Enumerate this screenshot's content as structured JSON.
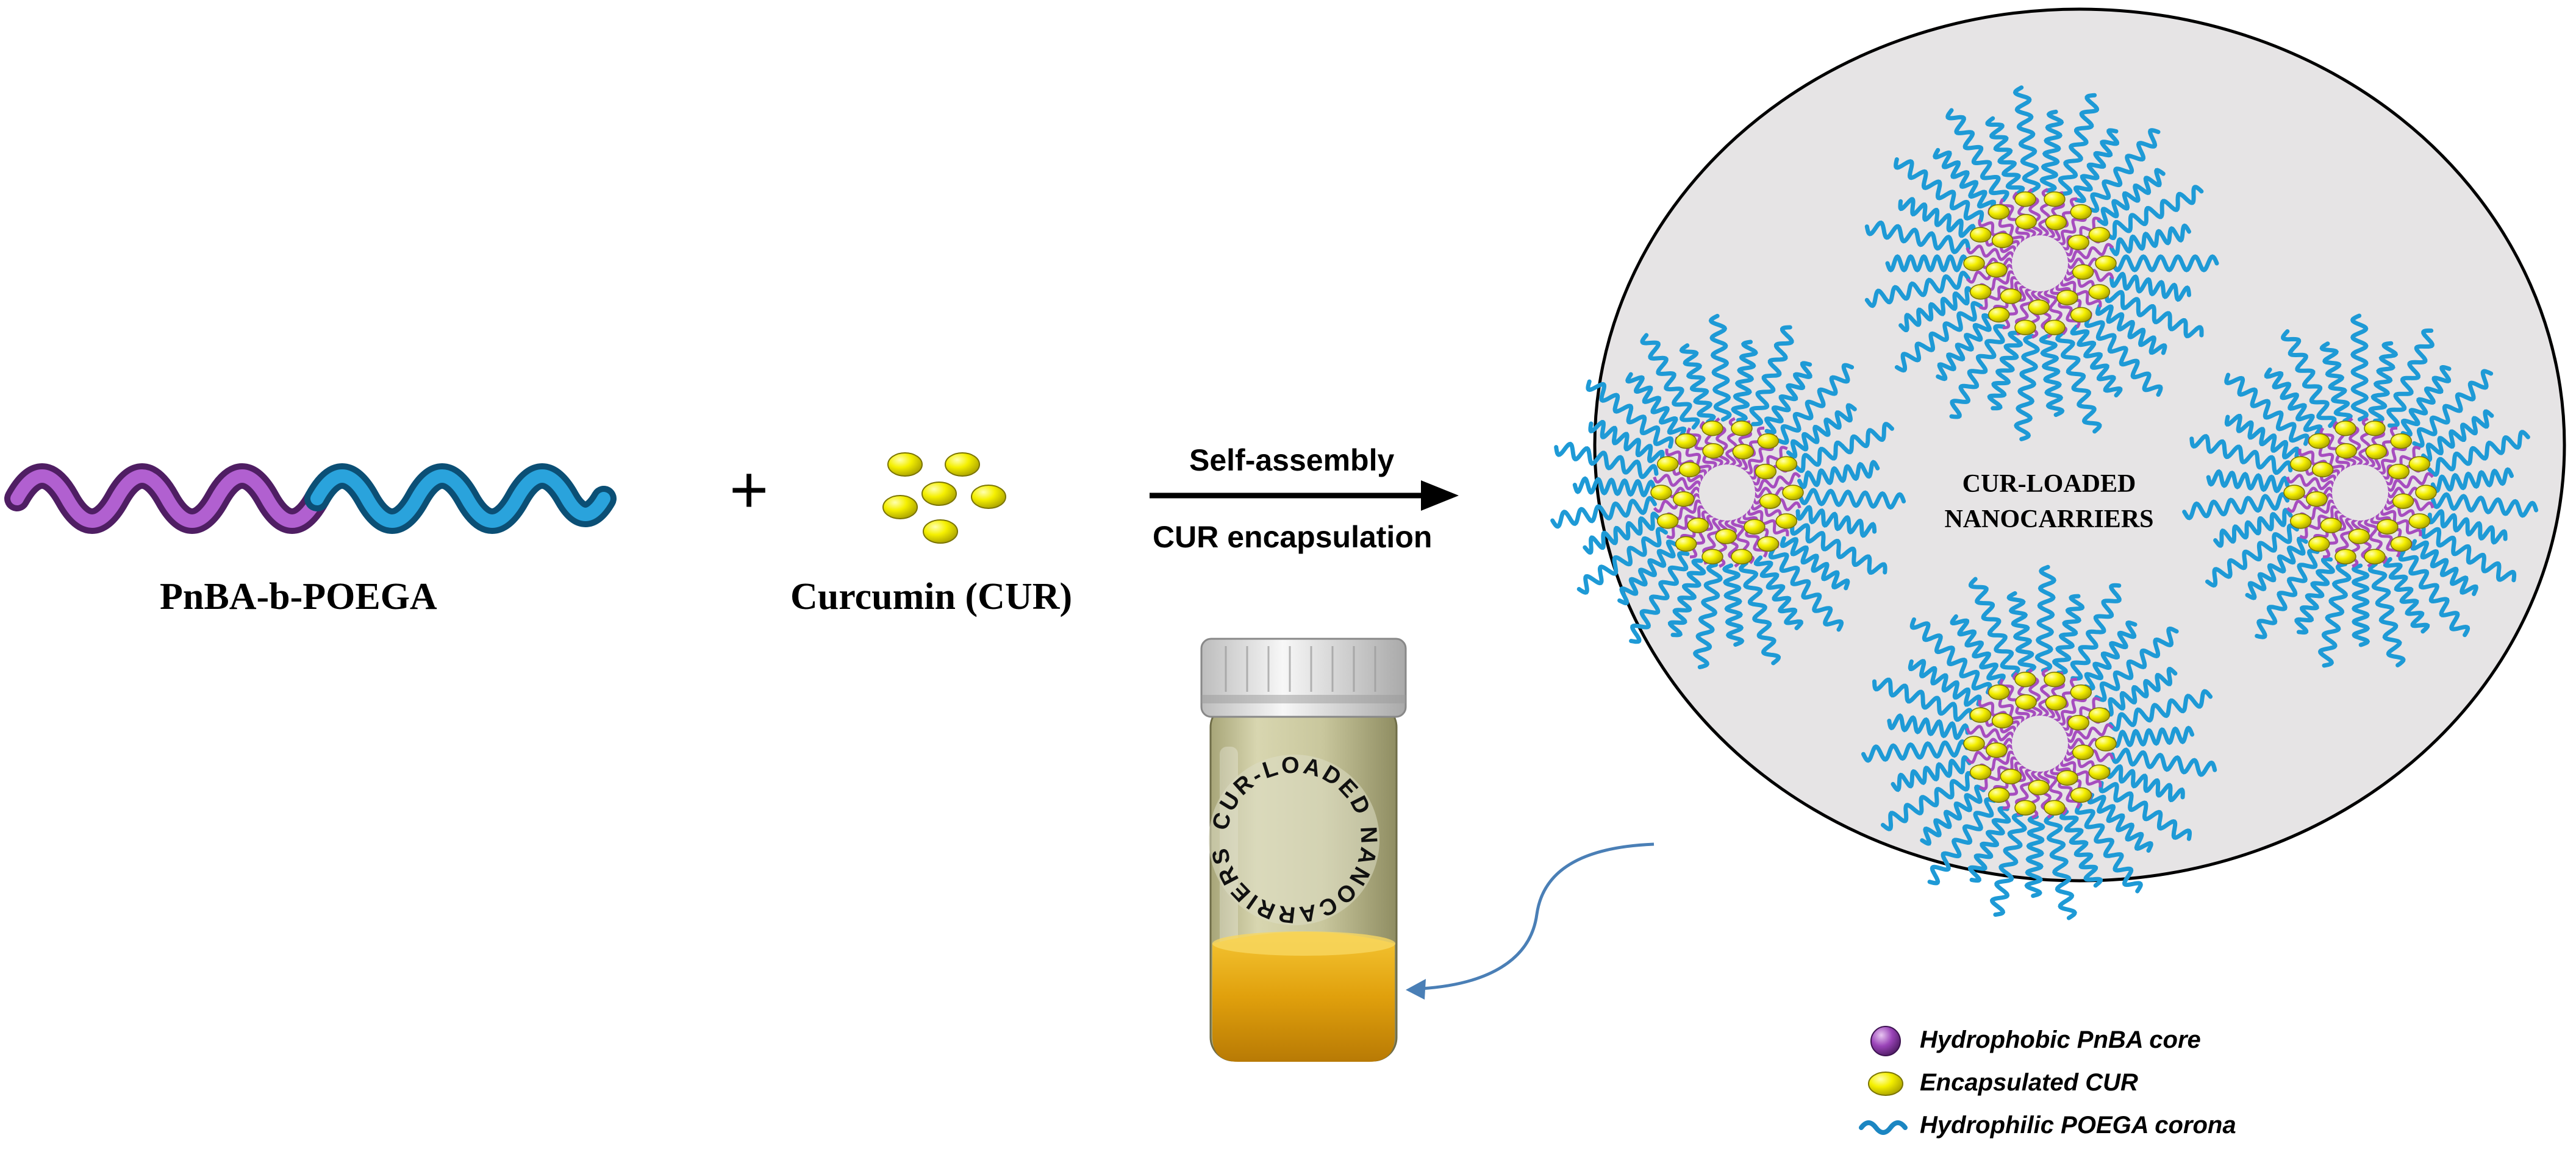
{
  "polymer": {
    "name": "PnBA-b-POEGA"
  },
  "plus": "+",
  "drug": {
    "name": "Curcumin (CUR)"
  },
  "process": {
    "step1": "Self-assembly",
    "step2": "CUR encapsulation"
  },
  "nanocarrier": {
    "line1": "CUR-LOADED",
    "line2": "NANOCARRIERS"
  },
  "vial": {
    "label": "CUR-LOADED NANOCARRIERS"
  },
  "legend": [
    {
      "text": "Hydrophobic PnBA core",
      "icon": "purple-sphere-icon"
    },
    {
      "text": "Encapsulated CUR",
      "icon": "yellow-ellipsoid-icon"
    },
    {
      "text": "Hydrophilic  POEGA corona",
      "icon": "blue-wave-icon"
    }
  ],
  "colors": {
    "pnba": "#a64dbf",
    "poega": "#1e9ad6",
    "cur": "#f2ee00",
    "circle_bg": "#e6e4e5",
    "solution": "#e0a20c"
  }
}
